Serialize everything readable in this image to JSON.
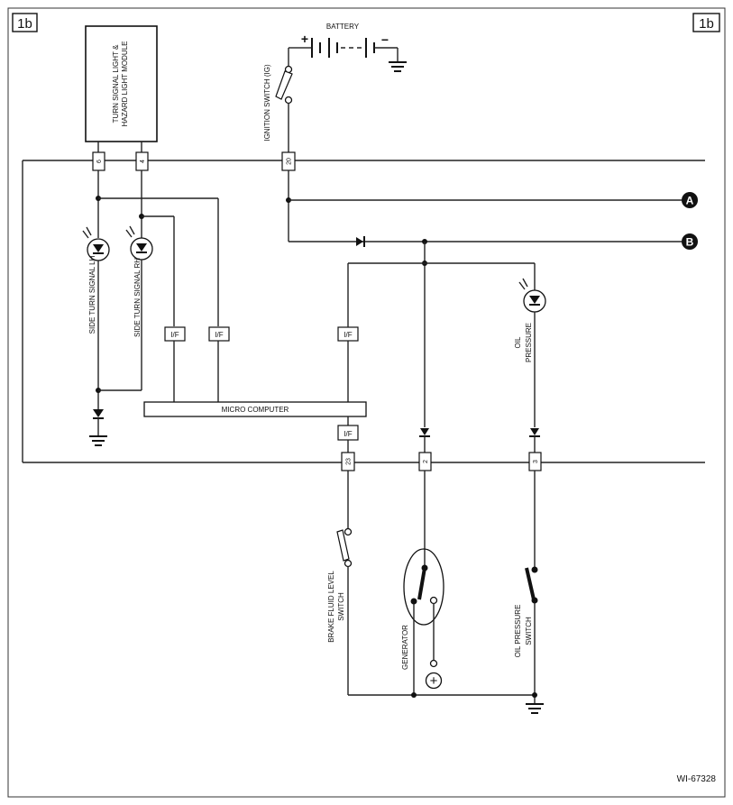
{
  "page_tags": {
    "left": "1b",
    "right": "1b"
  },
  "modules": {
    "turn_signal_module": [
      "TURN SIGNAL LIGHT &",
      "HAZARD LIGHT MODULE"
    ],
    "micro_computer": "MICRO COMPUTER",
    "battery": "BATTERY",
    "battery_plus": "+",
    "battery_minus": "−"
  },
  "connector_pins": {
    "p6": "6",
    "p4": "4",
    "p20": "20",
    "p23": "23",
    "p2": "2",
    "p3": "3"
  },
  "interface_boxes": {
    "label": "I/F"
  },
  "components": {
    "ignition_switch": "IGNITION SWITCH (IG)",
    "side_turn_lh": "SIDE TURN SIGNAL LH",
    "side_turn_rh": "SIDE TURN SIGNAL RH",
    "oil_pressure_lamp": [
      "OIL",
      "PRESSURE"
    ],
    "brake_fluid_switch": [
      "BRAKE FLUID LEVEL",
      "SWITCH"
    ],
    "generator": "GENERATOR",
    "oil_pressure_switch": [
      "OIL PRESSURE",
      "SWITCH"
    ]
  },
  "terminals": {
    "a": "A",
    "b": "B"
  },
  "generator_terminal": "+",
  "figure_id": "WI-67328"
}
